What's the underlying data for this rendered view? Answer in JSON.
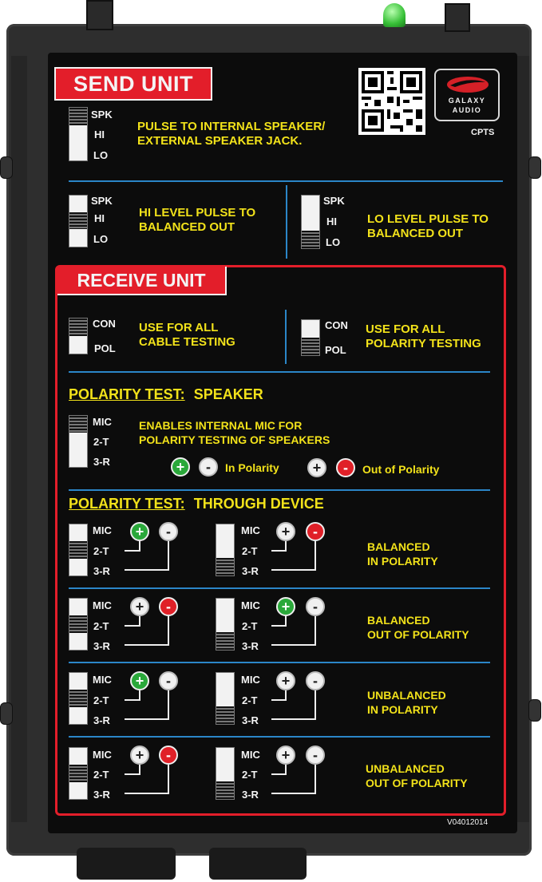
{
  "send": {
    "title": "SEND UNIT",
    "spk": "SPK",
    "hi": "HI",
    "lo": "LO",
    "row1": [
      "PULSE TO INTERNAL SPEAKER/",
      "EXTERNAL SPEAKER JACK."
    ],
    "row2": [
      "HI LEVEL PULSE TO",
      "BALANCED OUT"
    ],
    "row3": [
      "LO LEVEL PULSE TO",
      "BALANCED OUT"
    ]
  },
  "brand": {
    "name": "GALAXY",
    "sub": "AUDIO",
    "model": "CPTS"
  },
  "receive": {
    "title": "RECEIVE UNIT",
    "con": "CON",
    "pol": "POL",
    "cable": [
      "USE FOR ALL",
      "CABLE TESTING"
    ],
    "polarity": [
      "USE FOR ALL",
      "POLARITY TESTING"
    ]
  },
  "speaker_test": {
    "title_a": "POLARITY TEST:",
    "title_b": "SPEAKER",
    "mic": "MIC",
    "t2": "2-T",
    "r3": "3-R",
    "desc": [
      "ENABLES INTERNAL MIC FOR",
      "POLARITY TESTING OF SPEAKERS"
    ],
    "in_label": "In Polarity",
    "out_label": "Out of Polarity"
  },
  "device_test": {
    "title_a": "POLARITY TEST:",
    "title_b": "THROUGH DEVICE",
    "rows": [
      {
        "label": [
          "BALANCED",
          "IN POLARITY"
        ]
      },
      {
        "label": [
          "BALANCED",
          "OUT OF POLARITY"
        ]
      },
      {
        "label": [
          "UNBALANCED",
          "IN POLARITY"
        ]
      },
      {
        "label": [
          "UNBALANCED",
          "OUT OF POLARITY"
        ]
      }
    ]
  },
  "version": "V04012014"
}
